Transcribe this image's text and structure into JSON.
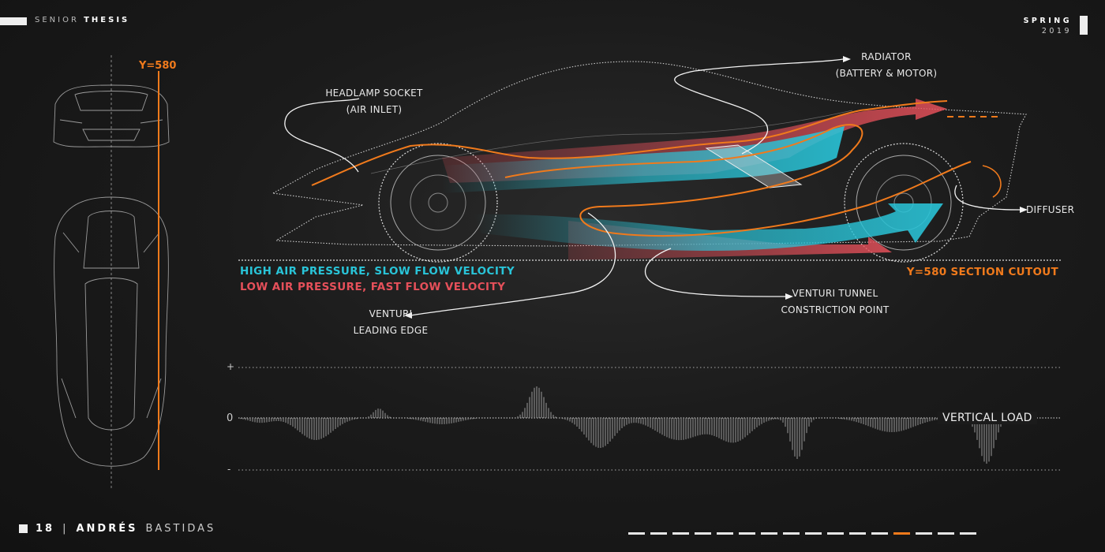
{
  "header": {
    "title_light": "SENIOR",
    "title_bold": "THESIS",
    "season": "SPRING",
    "year": "2019"
  },
  "marker": {
    "label": "Y=580",
    "section": "Y=580 SECTION CUTOUT"
  },
  "labels": {
    "headlamp_1": "HEADLAMP SOCKET",
    "headlamp_2": "(AIR INLET)",
    "radiator_1": "RADIATOR",
    "radiator_2": "(BATTERY & MOTOR)",
    "diffuser": "DIFFUSER",
    "venturi_1": "VENTURI",
    "venturi_2": "LEADING EDGE",
    "tunnel_1": "VENTURI TUNNEL",
    "tunnel_2": "CONSTRICTION POINT"
  },
  "legend": {
    "high": {
      "text": "HIGH AIR PRESSURE, SLOW FLOW VELOCITY",
      "color": "#29c4d8"
    },
    "low": {
      "text": "LOW AIR PRESSURE, FAST FLOW VELOCITY",
      "color": "#e6505a"
    }
  },
  "load_chart": {
    "title": "VERTICAL LOAD",
    "plus": "+",
    "zero": "0",
    "minus": "-"
  },
  "footer": {
    "page": "18",
    "sep": "|",
    "first": "ANDRÉS",
    "last": "BASTIDAS"
  },
  "pagination": {
    "total": 16,
    "current": 12
  },
  "colors": {
    "accent": "#f07a1c",
    "background": "#161616"
  }
}
